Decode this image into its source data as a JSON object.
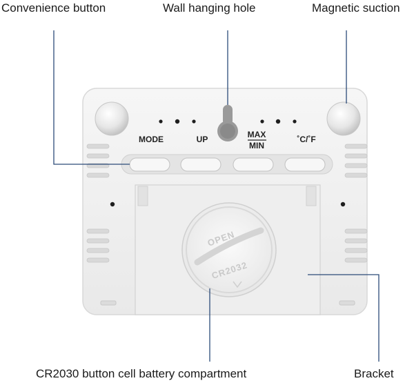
{
  "callouts": {
    "convenience_button": "Convenience button",
    "wall_hanging_hole": "Wall hanging hole",
    "magnetic_suction": "Magnetic suction",
    "battery_compartment": "CR2030 button cell battery compartment",
    "bracket": "Bracket"
  },
  "device_buttons": {
    "mode": "MODE",
    "up": "UP",
    "max": "MAX",
    "min": "MIN",
    "unit": "˚C/˚F"
  },
  "battery_cover": {
    "open": "OPEN",
    "model": "CR2032"
  },
  "colors": {
    "device_body": "#f1f1f1",
    "leader_line": "#2b4a78",
    "text": "#1a1a1a"
  }
}
